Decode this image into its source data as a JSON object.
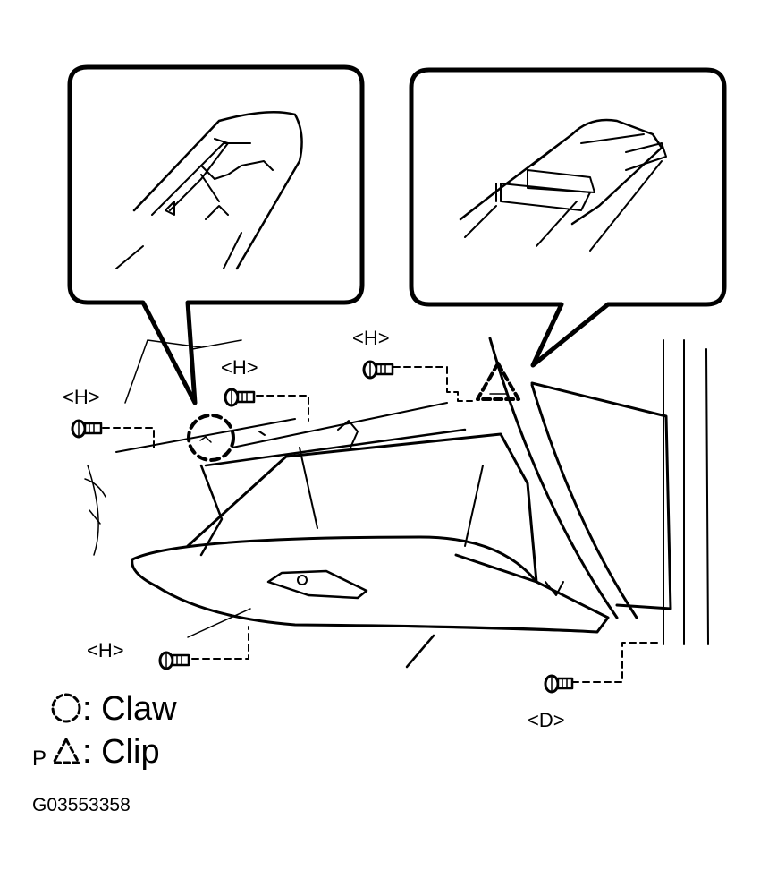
{
  "callouts": {
    "left_detail": "claw-detail",
    "right_detail": "clip-detail"
  },
  "screw_labels": {
    "h_far_left": "<H>",
    "h_mid_left": "<H>",
    "h_top": "<H>",
    "h_bottom": "<H>",
    "d_bottom_right": "<D>"
  },
  "legend": {
    "claw_symbol": "dashed-circle",
    "claw_label": ": Claw",
    "clip_prefix": "P",
    "clip_symbol": "dashed-triangle",
    "clip_label": ": Clip"
  },
  "figure_id": "G03553358"
}
